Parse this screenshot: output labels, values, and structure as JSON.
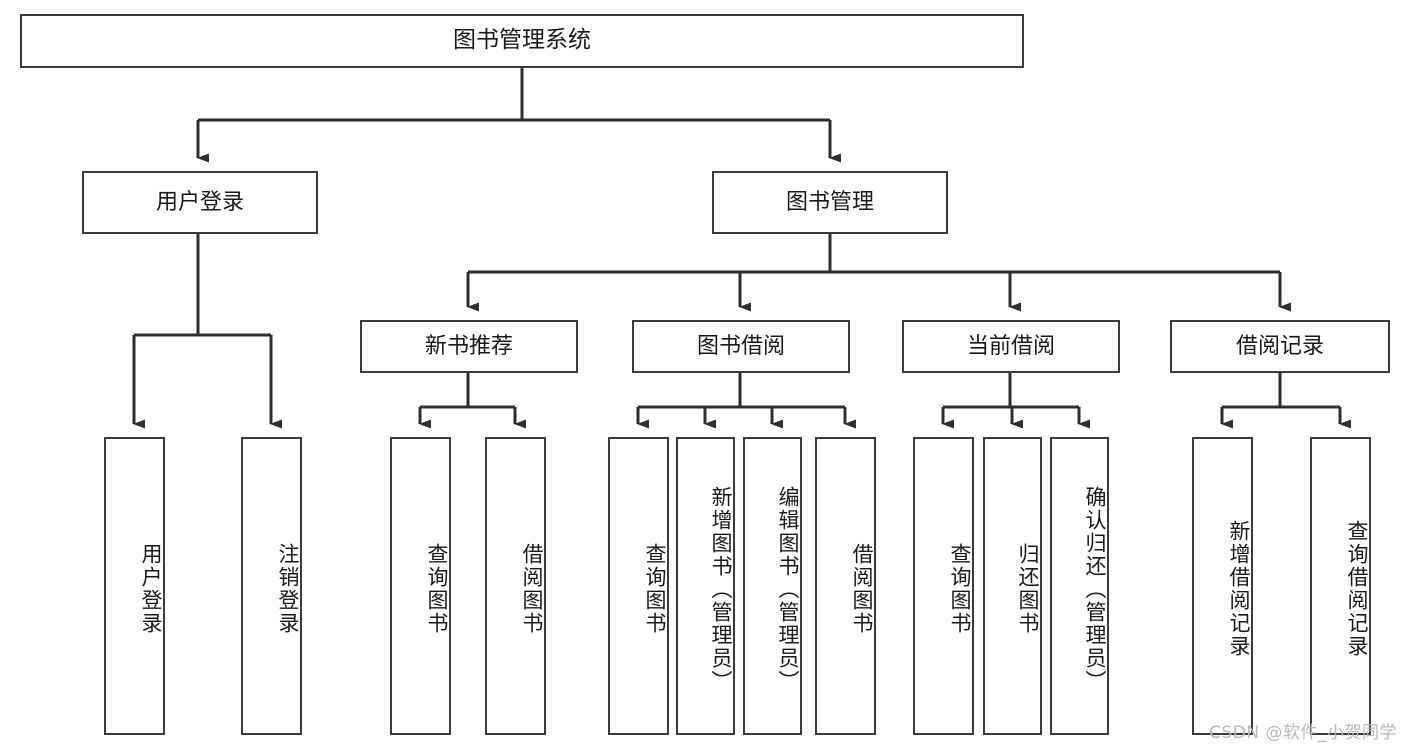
{
  "diagram": {
    "type": "tree-hierarchy-chart",
    "title": "图书管理系统",
    "colors": {
      "box_border": "#3b3b3b",
      "box_fill": "#ffffff",
      "connector": "#2f2f2f",
      "text": "#1a1a1a",
      "watermark": "#b9b9b9",
      "background": "#ffffff"
    },
    "root": {
      "label": "图书管理系统"
    },
    "level2": [
      {
        "id": "user-login",
        "label": "用户登录"
      },
      {
        "id": "book-manage",
        "label": "图书管理"
      }
    ],
    "level3": [
      {
        "id": "new-book-recommend",
        "label": "新书推荐",
        "parent": "book-manage"
      },
      {
        "id": "book-borrow",
        "label": "图书借阅",
        "parent": "book-manage"
      },
      {
        "id": "current-borrow",
        "label": "当前借阅",
        "parent": "book-manage"
      },
      {
        "id": "borrow-record",
        "label": "借阅记录",
        "parent": "book-manage"
      }
    ],
    "leaves": {
      "user-login": [
        {
          "id": "leaf-user-login",
          "label": "用户登录"
        },
        {
          "id": "leaf-logout-login",
          "label": "注销登录"
        }
      ],
      "new-book-recommend": [
        {
          "id": "leaf-query-book-1",
          "label": "查询图书"
        },
        {
          "id": "leaf-borrow-book-1",
          "label": "借阅图书"
        }
      ],
      "book-borrow": [
        {
          "id": "leaf-query-book-2",
          "label": "查询图书"
        },
        {
          "id": "leaf-add-book",
          "label": "新增图书（管理员）"
        },
        {
          "id": "leaf-edit-book",
          "label": "编辑图书（管理员）"
        },
        {
          "id": "leaf-borrow-book-2",
          "label": "借阅图书"
        }
      ],
      "current-borrow": [
        {
          "id": "leaf-query-book-3",
          "label": "查询图书"
        },
        {
          "id": "leaf-return-book",
          "label": "归还图书"
        },
        {
          "id": "leaf-confirm-return",
          "label": "确认归还（管理员）"
        }
      ],
      "borrow-record": [
        {
          "id": "leaf-add-record",
          "label": "新增借阅记录"
        },
        {
          "id": "leaf-query-record",
          "label": "查询借阅记录"
        }
      ]
    }
  },
  "watermark": {
    "text": "CSDN @软件_小贺同学"
  }
}
